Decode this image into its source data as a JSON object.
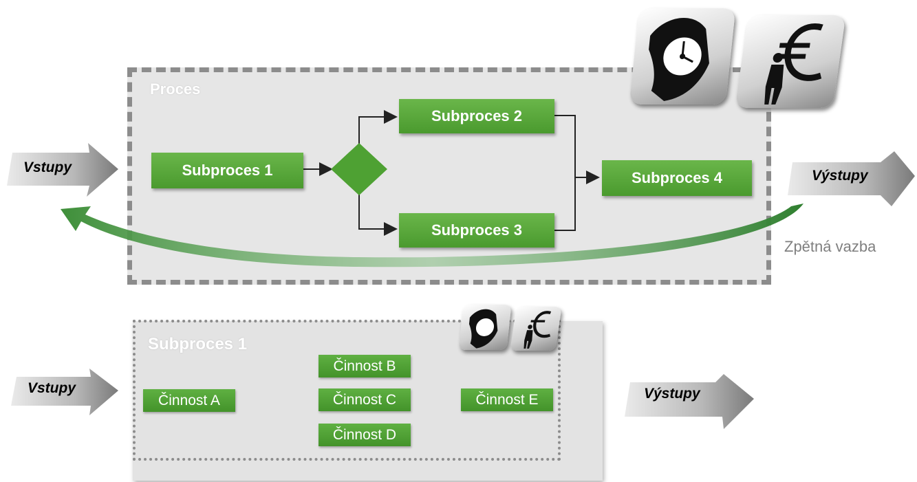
{
  "top": {
    "panel_title": "Proces",
    "inputs_label": "Vstupy",
    "outputs_label": "Výstupy",
    "feedback_label": "Zpětná vazba",
    "subprocesses": [
      "Subproces 1",
      "Subproces 2",
      "Subproces 3",
      "Subproces 4"
    ]
  },
  "bottom": {
    "panel_title": "Subproces 1",
    "inputs_label": "Vstupy",
    "outputs_label": "Výstupy",
    "activities": [
      "Činnost A",
      "Činnost B",
      "Činnost C",
      "Činnost D",
      "Činnost E"
    ]
  },
  "icons": [
    "stopwatch-hand-icon",
    "euro-person-icon"
  ],
  "colors": {
    "box_green": "#4ea133",
    "panel_gray": "#e6e6e6",
    "border_gray": "#8c8c8c",
    "feedback_green": "#3f8f3a"
  }
}
